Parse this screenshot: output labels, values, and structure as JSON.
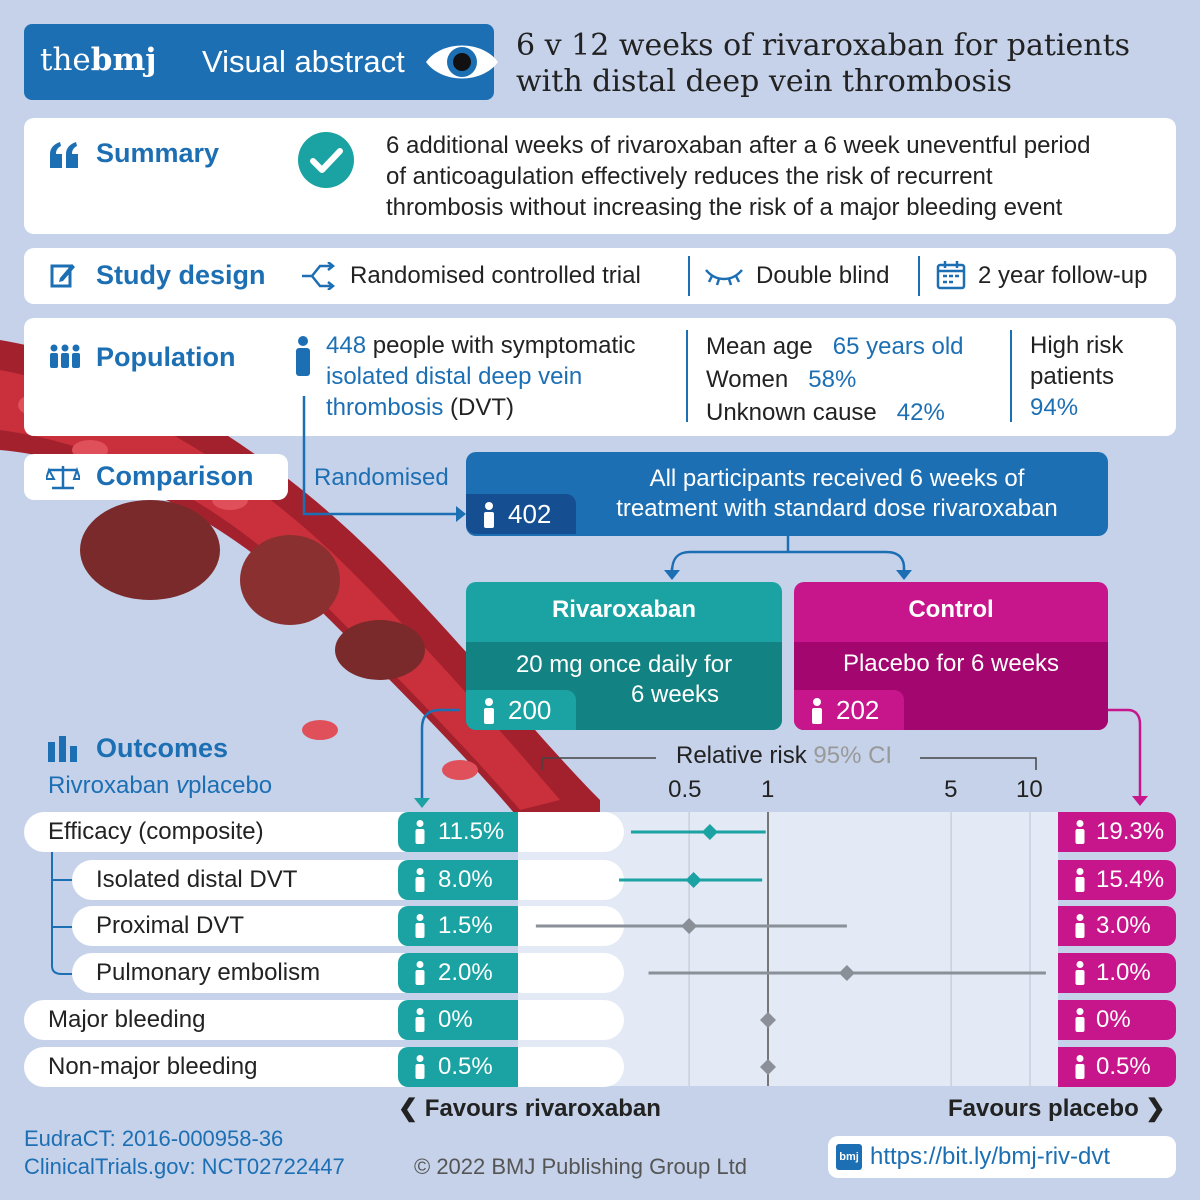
{
  "header": {
    "brand_the": "the",
    "brand_bmj": "bmj",
    "brand_label": "Visual abstract",
    "title_line1": "6 v 12 weeks of rivaroxaban for patients",
    "title_line2": "with distal deep vein thrombosis"
  },
  "summary": {
    "label": "Summary",
    "line1": "6 additional weeks of rivaroxaban after a 6 week uneventful period",
    "line2": "of anticoagulation effectively reduces the risk of recurrent",
    "line3": "thrombosis without increasing the risk of a major bleeding event"
  },
  "study_design": {
    "label": "Study design",
    "item1": "Randomised controlled trial",
    "item2": "Double blind",
    "item3": "2 year follow-up"
  },
  "population": {
    "label": "Population",
    "count": "448",
    "line1_rest": "people with symptomatic",
    "line2": "isolated distal deep vein",
    "line3_a": "thrombosis",
    "line3_b": "(DVT)",
    "mean_age_label": "Mean age",
    "mean_age_value": "65 years old",
    "women_label": "Women",
    "women_value": "58%",
    "unknown_label": "Unknown cause",
    "unknown_value": "42%",
    "high_risk_line1": "High risk",
    "high_risk_line2": "patients",
    "high_risk_value": "94%"
  },
  "comparison": {
    "label": "Comparison",
    "randomised": "Randomised",
    "all_line1": "All participants received 6 weeks of",
    "all_line2": "treatment with standard dose rivaroxaban",
    "all_count": "402",
    "riv_title": "Rivaroxaban",
    "riv_line1": "20 mg once daily for",
    "riv_line2": "6 weeks",
    "riv_count": "200",
    "ctrl_title": "Control",
    "ctrl_line1": "Placebo for 6 weeks",
    "ctrl_count": "202"
  },
  "outcomes": {
    "label": "Outcomes",
    "subtitle_a": "Rivroxaban",
    "subtitle_v": "v",
    "subtitle_b": "placebo",
    "axis_title": "Relative risk",
    "axis_ci": "95% CI",
    "favours_left": "Favours rivaroxaban",
    "favours_right": "Favours placebo"
  },
  "colors": {
    "brand_blue": "#1d6fb4",
    "dark_blue": "#154f91",
    "teal": "#1aa3a2",
    "magenta": "#c7168b",
    "background": "#c5d2ea"
  },
  "chart_data": {
    "type": "forest",
    "scale": "log",
    "xticks": [
      "0.5",
      "1",
      "5",
      "10"
    ],
    "rows": [
      {
        "label": "Efficacy (composite)",
        "rivaroxaban": "11.5%",
        "placebo": "19.3%",
        "rr": 0.6,
        "ci": [
          0.3,
          0.98
        ],
        "color": "teal"
      },
      {
        "label": "Isolated distal DVT",
        "rivaroxaban": "8.0%",
        "placebo": "15.4%",
        "rr": 0.52,
        "ci": [
          0.27,
          0.95
        ],
        "color": "teal"
      },
      {
        "label": "Proximal DVT",
        "rivaroxaban": "1.5%",
        "placebo": "3.0%",
        "rr": 0.5,
        "ci": [
          0.13,
          2.0
        ],
        "color": "grey"
      },
      {
        "label": "Pulmonary embolism",
        "rivaroxaban": "2.0%",
        "placebo": "1.0%",
        "rr": 2.0,
        "ci": [
          0.35,
          11.5
        ],
        "color": "grey"
      },
      {
        "label": "Major bleeding",
        "rivaroxaban": "0%",
        "placebo": "0%",
        "rr": 1.0,
        "ci": null,
        "color": "grey"
      },
      {
        "label": "Non-major bleeding",
        "rivaroxaban": "0.5%",
        "placebo": "0.5%",
        "rr": 1.0,
        "ci": null,
        "color": "grey"
      }
    ]
  },
  "footer": {
    "eudract": "EudraCT: 2016-000958-36",
    "clinicaltrials": "ClinicalTrials.gov: NCT02722447",
    "copyright": "© 2022 BMJ Publishing Group Ltd",
    "url_badge": "bmj",
    "url": "https://bit.ly/bmj-riv-dvt"
  }
}
